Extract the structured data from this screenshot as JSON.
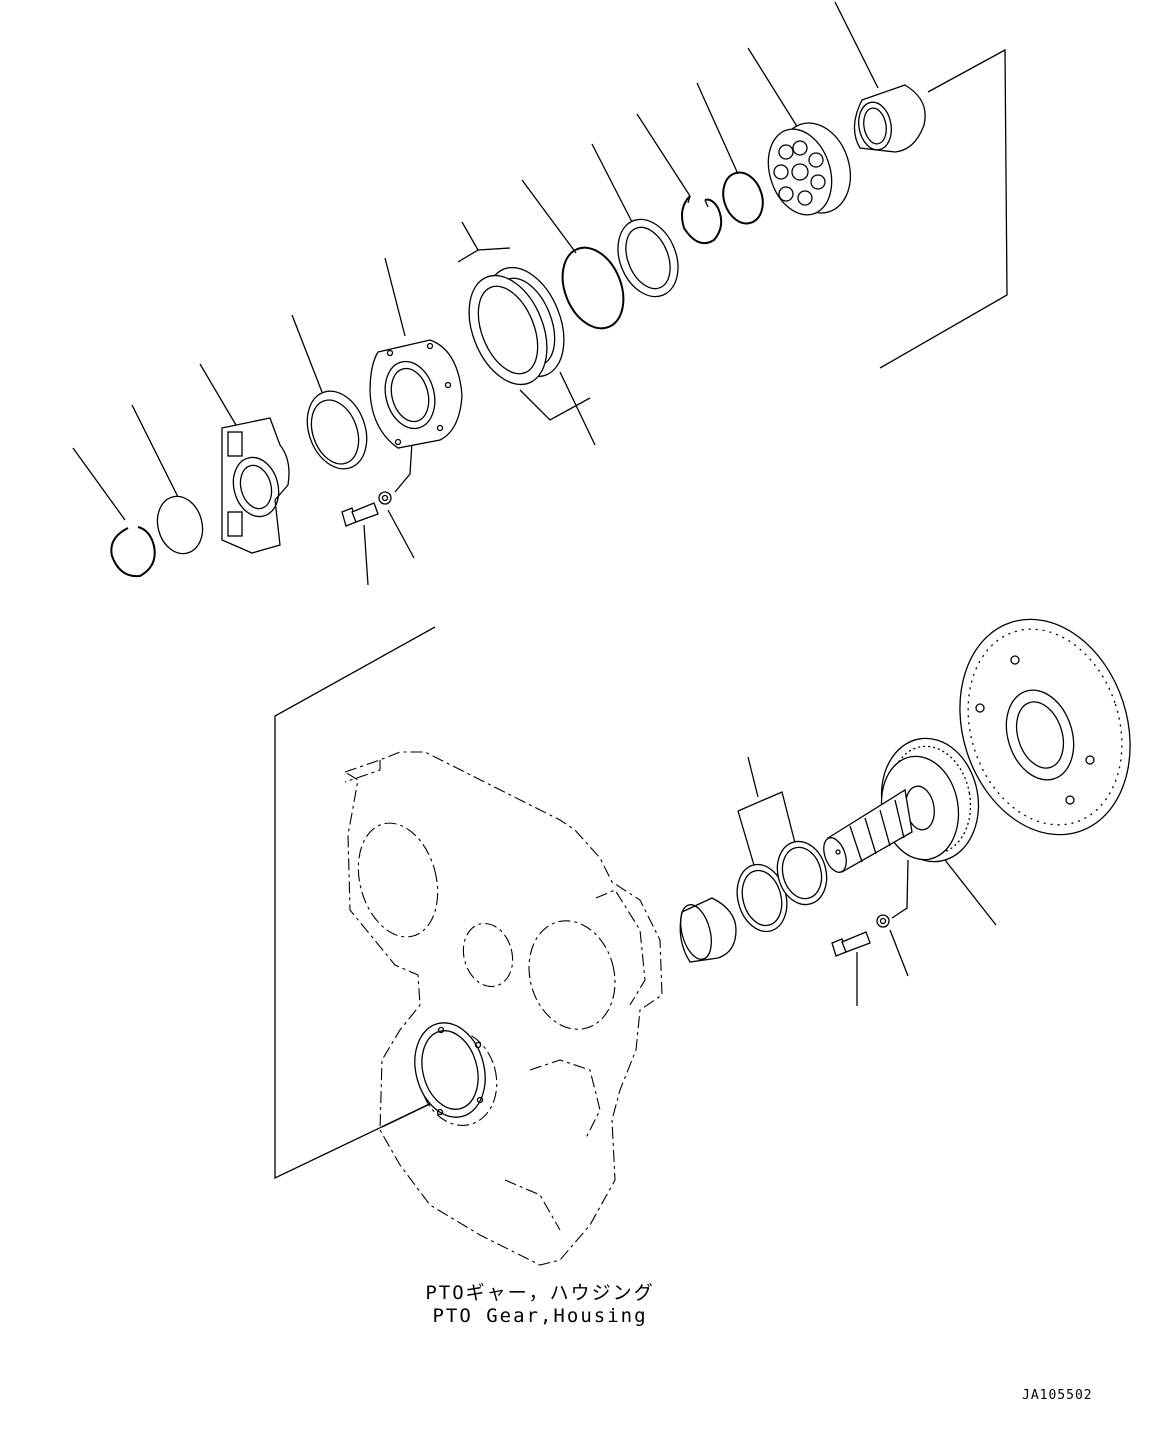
{
  "caption": {
    "japanese": "PTOギャー，ハウジング",
    "english": "PTO Gear,Housing"
  },
  "drawing_id": "JA105502"
}
